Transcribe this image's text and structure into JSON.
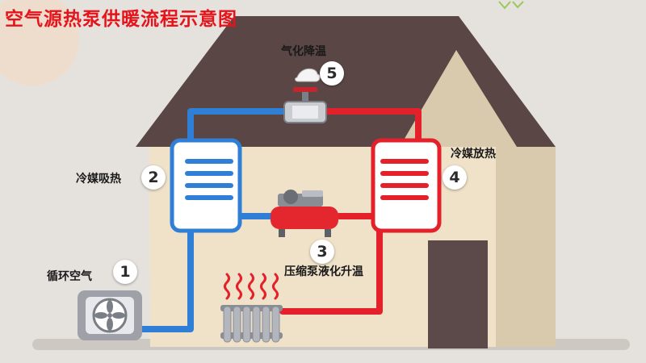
{
  "title": "空气源热泵供暖流程示意图",
  "steps": [
    {
      "number": "1",
      "label": "循环空气"
    },
    {
      "number": "2",
      "label": "冷媒吸热"
    },
    {
      "number": "3",
      "label": "压缩泵液化升温"
    },
    {
      "number": "4",
      "label": "冷媒放热"
    },
    {
      "number": "5",
      "label": "气化降温"
    }
  ],
  "colors": {
    "title": "#e6131b",
    "cold_pipe": "#2f7fd6",
    "hot_pipe": "#e4202a",
    "wall": "#f0e2c8",
    "wall_side": "#d9c9ad",
    "roof": "#5b4646",
    "door": "#5c4a4a",
    "background": "#e5e2dd"
  }
}
